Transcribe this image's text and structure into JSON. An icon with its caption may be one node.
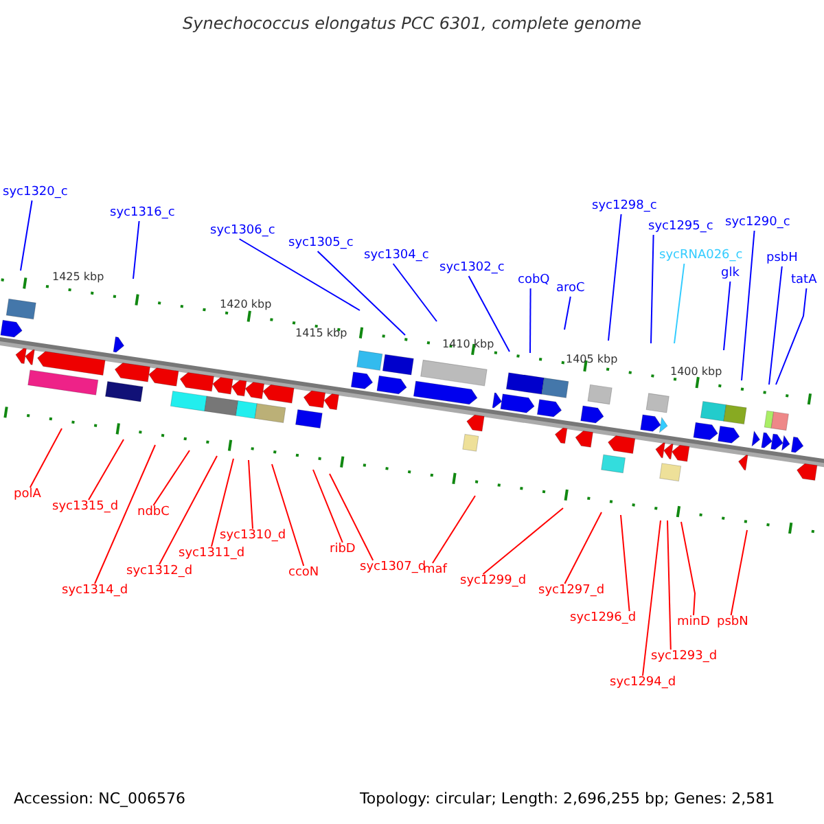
{
  "diagram": {
    "title": "Synechococcus elongatus PCC 6301, complete genome",
    "nodes": [
      {
        "text": [
          "syc1320_c"
        ]
      },
      {
        "text": [
          "syc1316_c"
        ]
      },
      {
        "text": [
          "syc1306_c"
        ]
      },
      {
        "text": [
          "syc1305_c"
        ]
      },
      {
        "text": [
          "syc1304_c"
        ]
      },
      {
        "text": [
          "syc1302_c"
        ]
      },
      {
        "text": [
          "cobQ"
        ]
      },
      {
        "text": [
          "aroC"
        ]
      },
      {
        "text": [
          "syc1298_c"
        ]
      },
      {
        "text": [
          "syc1295_c"
        ]
      },
      {
        "text": [
          "sycRNA026_c"
        ]
      },
      {
        "text": [
          "glk"
        ]
      },
      {
        "text": [
          "syc1290_c"
        ]
      },
      {
        "text": [
          "psbH"
        ]
      },
      {
        "text": [
          "tatA"
        ]
      },
      {
        "text": [
          "polA"
        ]
      },
      {
        "text": [
          "syc1315_d"
        ]
      },
      {
        "text": [
          "syc1314_d"
        ]
      },
      {
        "text": [
          "ndbC"
        ]
      },
      {
        "text": [
          "syc1312_d"
        ]
      },
      {
        "text": [
          "syc1310_d"
        ]
      },
      {
        "text": [
          "syc1311_d"
        ]
      },
      {
        "text": [
          "ccoN"
        ]
      },
      {
        "text": [
          "ribD"
        ]
      },
      {
        "text": [
          "syc1307_d"
        ]
      },
      {
        "text": [
          "maf"
        ]
      },
      {
        "text": [
          "syc1299_d"
        ]
      },
      {
        "text": [
          "syc1297_d"
        ]
      },
      {
        "text": [
          "syc1296_d"
        ]
      },
      {
        "text": [
          "syc1293_d"
        ]
      },
      {
        "text": [
          "syc1294_d"
        ]
      },
      {
        "text": [
          "minD"
        ]
      },
      {
        "text": [
          "psbN"
        ]
      }
    ],
    "edges": [
      {
        "from": 0,
        "to": null,
        "arrow": "none",
        "color": "#0000ff"
      },
      {
        "from": 1,
        "to": null,
        "arrow": "none",
        "color": "#0000ff"
      },
      {
        "from": 2,
        "to": null,
        "arrow": "none",
        "color": "#0000ff"
      },
      {
        "from": 3,
        "to": null,
        "arrow": "none",
        "color": "#0000ff"
      },
      {
        "from": 4,
        "to": null,
        "arrow": "none",
        "color": "#0000ff"
      },
      {
        "from": 5,
        "to": null,
        "arrow": "none",
        "color": "#0000ff"
      },
      {
        "from": 6,
        "to": null,
        "arrow": "none",
        "color": "#0000ff"
      },
      {
        "from": 7,
        "to": null,
        "arrow": "none",
        "color": "#0000ff"
      },
      {
        "from": 8,
        "to": null,
        "arrow": "none",
        "color": "#0000ff"
      },
      {
        "from": 9,
        "to": null,
        "arrow": "none",
        "color": "#0000ff"
      },
      {
        "from": 10,
        "to": null,
        "arrow": "none",
        "color": "#33ccff"
      },
      {
        "from": 11,
        "to": null,
        "arrow": "none",
        "color": "#0000ff"
      },
      {
        "from": 12,
        "to": null,
        "arrow": "none",
        "color": "#0000ff"
      },
      {
        "from": 13,
        "to": null,
        "arrow": "none",
        "color": "#0000ff"
      },
      {
        "from": 14,
        "to": null,
        "arrow": "none",
        "color": "#0000ff"
      },
      {
        "from": 15,
        "to": null,
        "arrow": "none"
      },
      {
        "from": 16,
        "to": null,
        "arrow": "none"
      },
      {
        "from": 17,
        "to": null,
        "arrow": "none"
      },
      {
        "from": 18,
        "to": null,
        "arrow": "none"
      },
      {
        "from": 19,
        "to": null,
        "arrow": "none"
      },
      {
        "from": 20,
        "to": null,
        "arrow": "none"
      },
      {
        "from": 21,
        "to": null,
        "arrow": "none"
      },
      {
        "from": 22,
        "to": null,
        "arrow": "none"
      },
      {
        "from": 23,
        "to": null,
        "arrow": "none"
      },
      {
        "from": 24,
        "to": null,
        "arrow": "none"
      },
      {
        "from": 25,
        "to": null,
        "arrow": "none"
      },
      {
        "from": 26,
        "to": null,
        "arrow": "none"
      },
      {
        "from": 27,
        "to": null,
        "arrow": "none"
      },
      {
        "from": 28,
        "to": null,
        "arrow": "none"
      },
      {
        "from": 29,
        "to": null,
        "arrow": "none"
      },
      {
        "from": 30,
        "to": null,
        "arrow": "none"
      },
      {
        "from": 31,
        "to": null,
        "arrow": "none"
      },
      {
        "from": 32,
        "to": null,
        "arrow": "none"
      }
    ],
    "labels": [
      "1425 kbp",
      "1420 kbp",
      "1415 kbp",
      "1410 kbp",
      "1405 kbp",
      "1400 kbp",
      "Accession: NC_006576",
      "Topology: circular; Length: 2,696,255 bp; Genes: 2,581"
    ]
  }
}
